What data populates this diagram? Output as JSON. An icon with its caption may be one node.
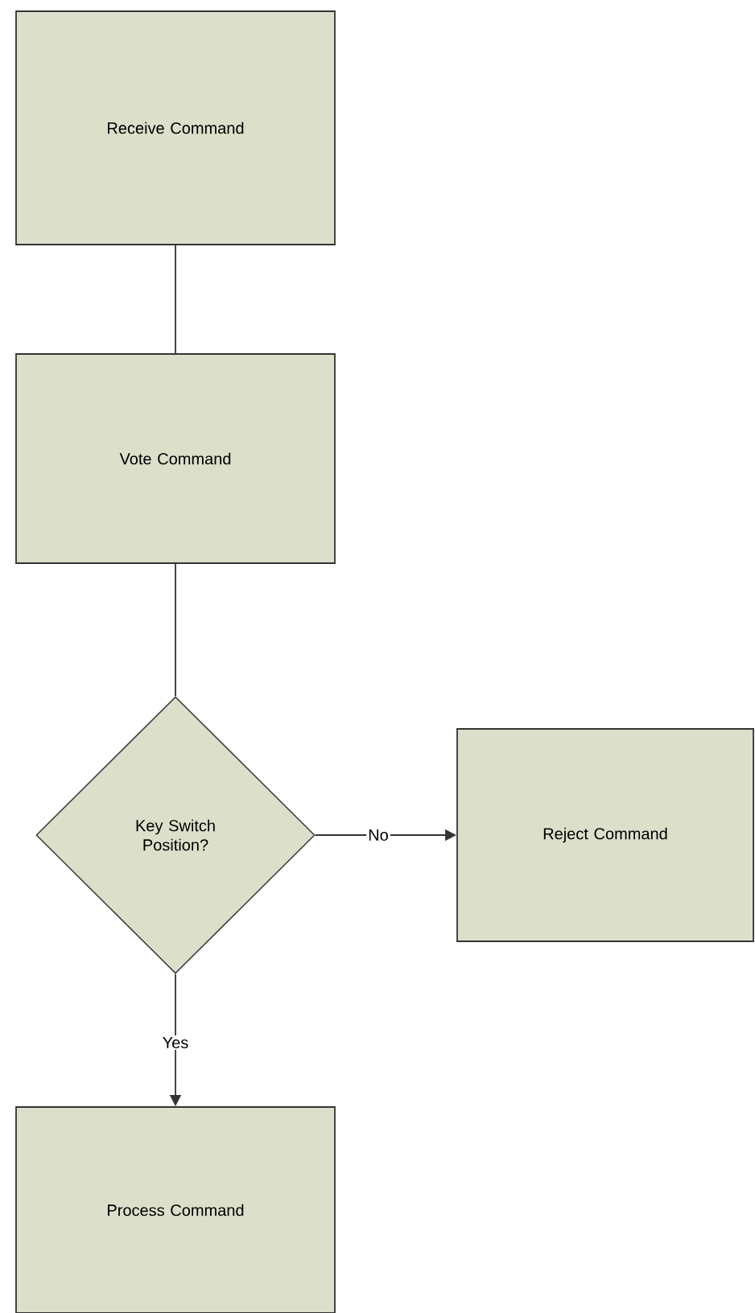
{
  "diagram": {
    "nodes": [
      {
        "text": [
          "Receive Command"
        ]
      },
      {
        "text": [
          "Vote Command"
        ]
      },
      {
        "text": [
          "Key Switch Position?"
        ]
      },
      {
        "text": [
          "Reject Command"
        ]
      },
      {
        "text": [
          "Process Command"
        ]
      }
    ],
    "edges": [
      {
        "from": 0,
        "to": 1,
        "arrow": "none"
      },
      {
        "from": 1,
        "to": 2,
        "arrow": "none"
      },
      {
        "from": 2,
        "to": 3,
        "arrow": "to",
        "label": "No"
      },
      {
        "from": 2,
        "to": 4,
        "arrow": "to",
        "label": "Yes"
      }
    ]
  }
}
